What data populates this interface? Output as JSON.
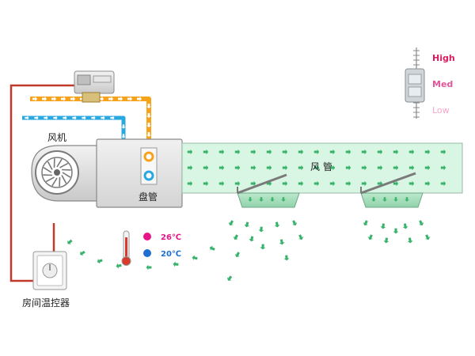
{
  "labels": {
    "fan": "风机",
    "duct": "风 管",
    "coil": "盘管",
    "thermostat": "房间温控器"
  },
  "speed": {
    "high": "High",
    "med": "Med",
    "low": "Low"
  },
  "temps": {
    "hot": "26℃",
    "cold": "20℃"
  },
  "colors": {
    "hot_pipe": "#f7a21b",
    "cold_pipe": "#29a8e0",
    "control_wire": "#c0392b",
    "duct_fill": "#d9f5e3",
    "airflow_arrow": "#37b36b",
    "hot_dot": "#e6168a",
    "cold_dot": "#1f6fd1",
    "speed_high": "#d81b60",
    "speed_med": "#e0569a",
    "speed_low": "#f4a6c8"
  },
  "icons": [
    "motorized-valve-icon",
    "thermometer-icon",
    "fan-impeller-icon",
    "speed-switch-icon",
    "thermostat-icon"
  ]
}
